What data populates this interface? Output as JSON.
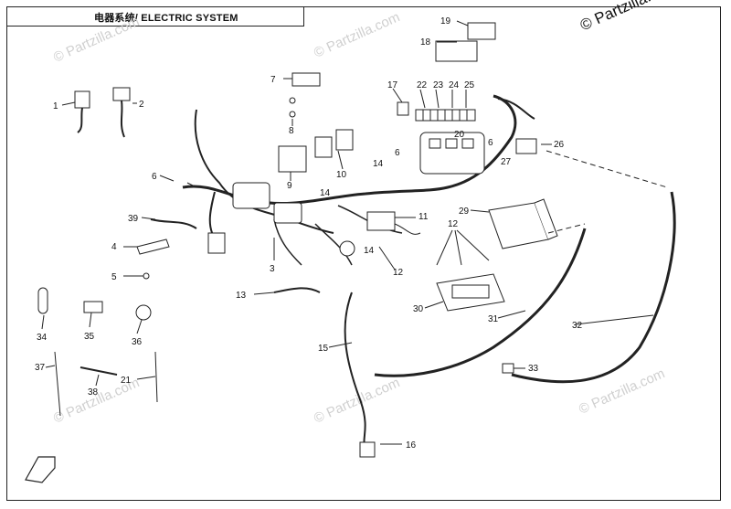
{
  "title": "电器系统/ ELECTRIC SYSTEM",
  "watermark_text": "© Partzilla.com",
  "callouts": [
    "1",
    "2",
    "3",
    "4",
    "5",
    "6",
    "6",
    "6",
    "7",
    "8",
    "9",
    "10",
    "11",
    "12",
    "12",
    "13",
    "14",
    "14",
    "14",
    "15",
    "16",
    "17",
    "18",
    "19",
    "20",
    "21",
    "22",
    "23",
    "24",
    "25",
    "26",
    "27",
    "29",
    "30",
    "31",
    "32",
    "33",
    "34",
    "35",
    "36",
    "37",
    "38",
    "39"
  ],
  "colors": {
    "line": "#222222",
    "watermark": "#d0d0d0"
  },
  "icons": [
    "front-arrow-icon"
  ]
}
